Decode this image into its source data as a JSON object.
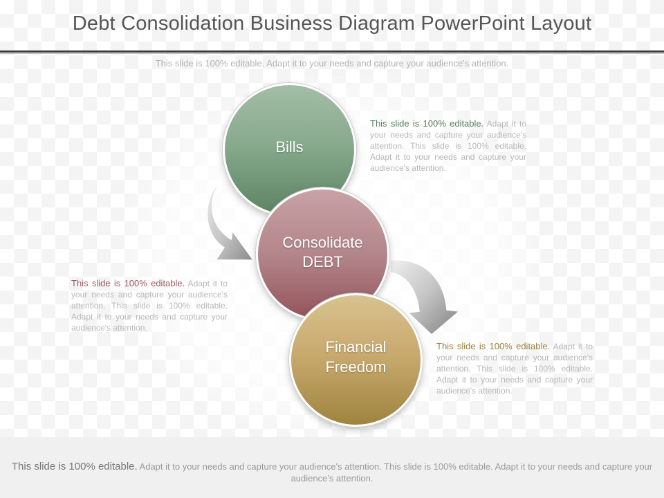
{
  "title": "Debt Consolidation Business Diagram PowerPoint Layout",
  "subtitle": "This slide is 100% editable. Adapt it to your needs and capture your audience's attention.",
  "nodes": [
    {
      "label": "Bills",
      "color": "#88aa8d"
    },
    {
      "label_line1": "Consolidate",
      "label_line2": "DEBT",
      "color": "#b3868b"
    },
    {
      "label_line1": "Financial",
      "label_line2": "Freedom",
      "color": "#c6a76b"
    }
  ],
  "descriptions": [
    {
      "lead": "This slide is 100% editable.",
      "body": " Adapt it to your needs and capture your audience's attention. This slide is 100% editable. Adapt it to your needs and capture your audience's attention."
    },
    {
      "lead": "This slide is 100% editable.",
      "body": " Adapt it to your needs and capture your audience's attention. This slide is 100% editable. Adapt it to your needs and capture your audience's attention."
    },
    {
      "lead": "This slide is 100% editable.",
      "body": " Adapt it to your needs and capture your audience's attention. This slide is 100% editable. Adapt it to your needs and capture your audience's attention."
    }
  ],
  "footer": {
    "lead": "This slide is 100% editable.",
    "body": " Adapt it to your needs and capture your audience's attention. This slide is 100% editable. Adapt it to your needs and capture your audience's attention."
  },
  "icons": {
    "arrow_1": "curved-arrow-icon",
    "arrow_2": "curved-arrow-icon"
  }
}
